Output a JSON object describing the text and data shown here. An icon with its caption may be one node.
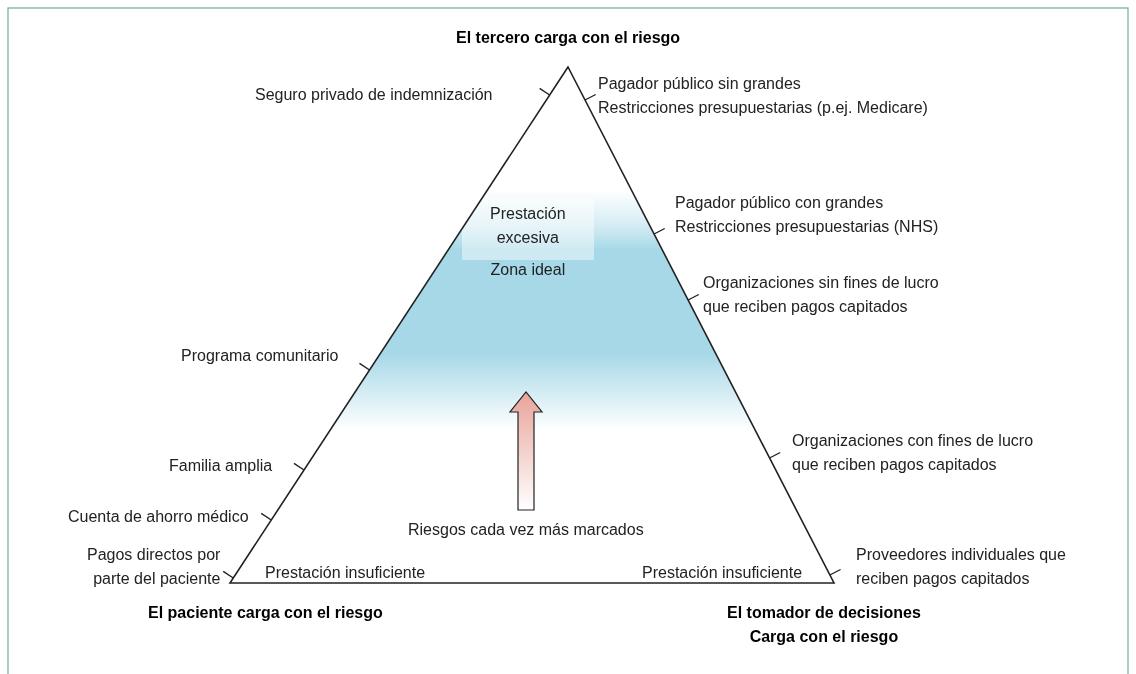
{
  "diagram": {
    "labels": [
      "El tercero carga con el riesgo",
      "Seguro privado de indemnización",
      "Pagador público sin grandes Restricciones presupuestarias (p.ej. Medicare)",
      "Prestación excesiva",
      "Pagador público con grandes Restricciones presupuestarias (NHS)",
      "Organizaciones sin fines de lucro que reciben pagos capitados",
      "Zona ideal",
      "Programa comunitario",
      "Organizaciones con fines de lucro que reciben pagos capitados",
      "Familia amplia",
      "Cuenta de ahorro médico",
      "Riesgos cada vez más marcados",
      "Pagos directos por parte del paciente",
      "Prestación insuficiente",
      "Prestación insuficiente",
      "Proveedores individuales que reciben pagos capitados",
      "El paciente carga con el riesgo",
      "El tomador de decisiones Carga con el riesgo"
    ]
  }
}
